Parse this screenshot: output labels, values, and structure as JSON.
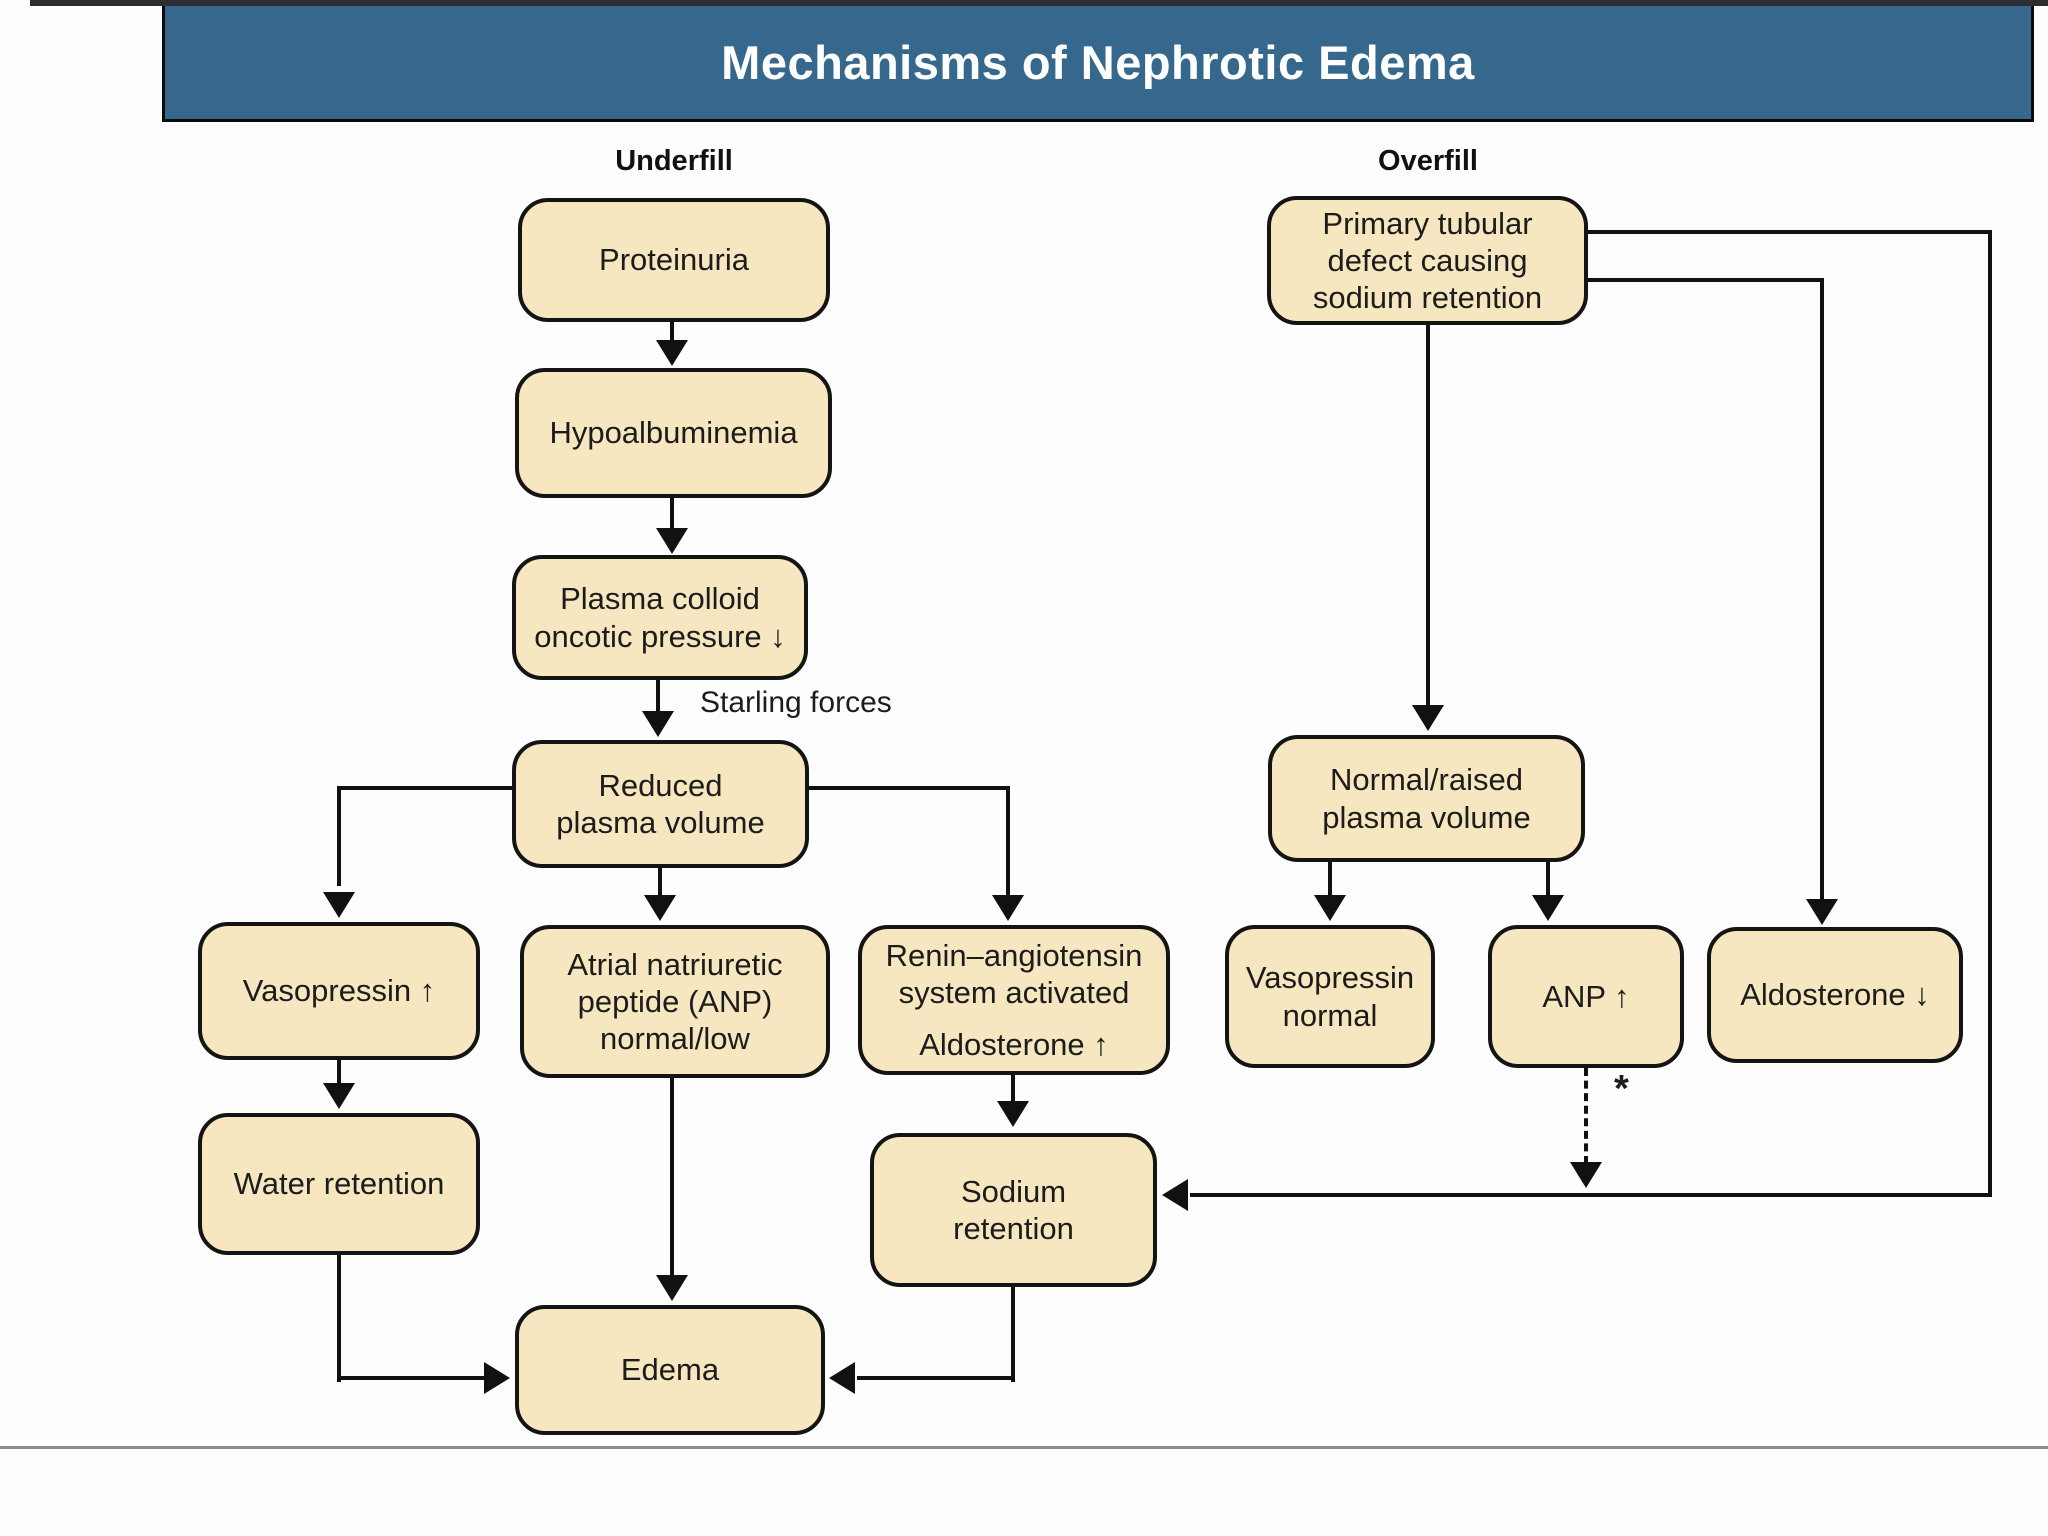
{
  "title": "Mechanisms of Nephrotic Edema",
  "columns": {
    "underfill": "Underfill",
    "overfill": "Overfill"
  },
  "annotations": {
    "starling_forces": "Starling forces",
    "asterisk": "*"
  },
  "colors": {
    "title_bar": "#35688C",
    "title_text": "#ffffff",
    "top_strip": "#2d2d32",
    "box_fill": "#F7E7C0",
    "box_border": "#141414",
    "line": "#111111"
  },
  "nodes": {
    "proteinuria": {
      "label": "Proteinuria"
    },
    "hypoalbuminemia": {
      "label": "Hypoalbuminemia"
    },
    "plasma_colloid": {
      "label": "Plasma colloid\noncotic pressure ↓"
    },
    "reduced_plasma_volume": {
      "label": "Reduced\nplasma volume"
    },
    "vasopressin_up": {
      "label": "Vasopressin ↑"
    },
    "anp_normal_low": {
      "label": "Atrial natriuretic\npeptide (ANP)\nnormal/low"
    },
    "raas": {
      "label": "Renin–angiotensin\nsystem activated",
      "sublabel": "Aldosterone ↑"
    },
    "water_retention": {
      "label": "Water retention"
    },
    "sodium_retention": {
      "label": "Sodium\nretention"
    },
    "edema": {
      "label": "Edema"
    },
    "primary_tubular_defect": {
      "label": "Primary tubular\ndefect causing\nsodium retention"
    },
    "normal_raised_plasma_volume": {
      "label": "Normal/raised\nplasma volume"
    },
    "vasopressin_normal": {
      "label": "Vasopressin\nnormal"
    },
    "anp_up": {
      "label": "ANP ↑"
    },
    "aldosterone_down": {
      "label": "Aldosterone ↓"
    }
  }
}
